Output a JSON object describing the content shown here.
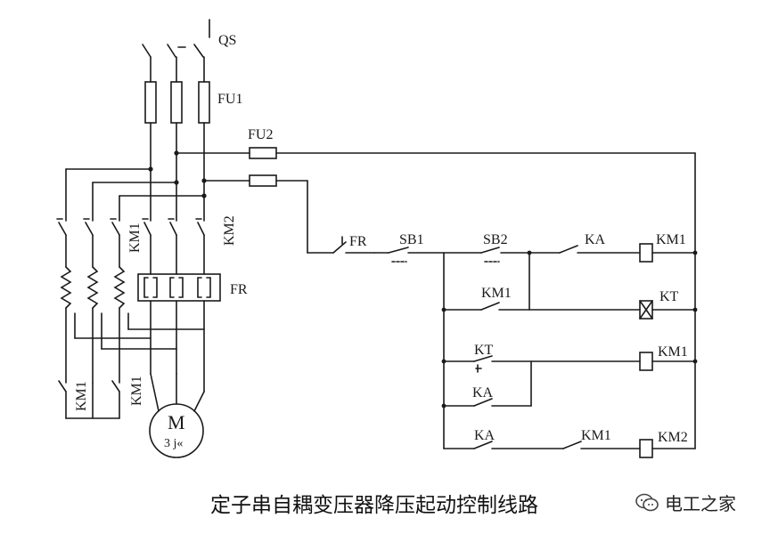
{
  "labels": {
    "qs": "QS",
    "fu1": "FU1",
    "fu2": "FU2",
    "km1_main": "KM1",
    "km2_main": "KM2",
    "fr_relay": "FR",
    "km1_star_a": "KM1",
    "km1_star_b": "KM1",
    "fr_contact": "FR",
    "sb1": "SB1",
    "sb2": "SB2",
    "ka_row1": "KA",
    "km1_coil1": "KM1",
    "km1_hold": "KM1",
    "kt_coil": "KT",
    "kt_contact": "KT",
    "km1_coil2": "KM1",
    "ka_row3": "KA",
    "ka_row4": "KA",
    "km1_row4": "KM1",
    "km2_coil": "KM2"
  },
  "motor": {
    "letter": "M",
    "sub": "3 j«"
  },
  "caption": "定子串自耦变压器降压起动控制线路",
  "watermark": {
    "icon": "wechat-icon",
    "text": "电工之家"
  }
}
